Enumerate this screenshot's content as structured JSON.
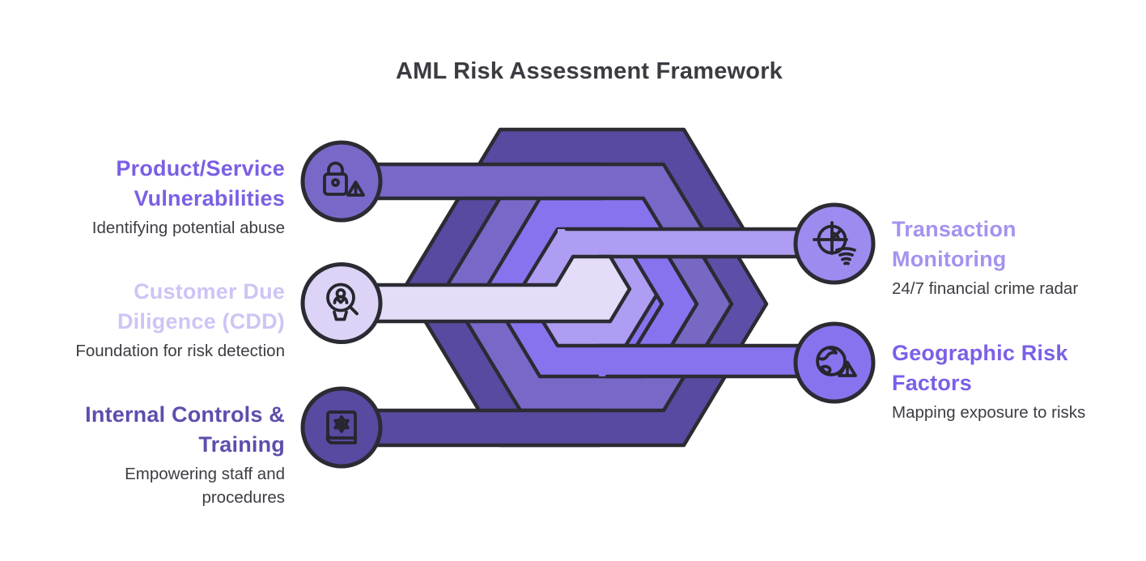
{
  "title": "AML Risk Assessment Framework",
  "colors": {
    "page_title": "#3B3B42",
    "subtitle_text": "#3C3C43",
    "outline": "#2B2B33",
    "icon_stroke": "#26262E",
    "ring_outer": "#574AA0",
    "ring_2": "#7A68C8",
    "ring_3": "#8873EE",
    "ring_4": "#AE9DF2",
    "ring_center": "#E4DCF9",
    "chevron_1": "#8873EE",
    "chevron_2": "#7868C4",
    "chevron_3": "#5D4FA8"
  },
  "nodes": [
    {
      "id": "product-service-vulnerabilities",
      "title": "Product/Service Vulnerabilities",
      "title_lines": [
        "Product/Service",
        "Vulnerabilities"
      ],
      "subtitle": "Identifying potential abuse",
      "subtitle_lines": [
        "Identifying potential abuse"
      ],
      "side": "left",
      "title_color": "#7C5FE3",
      "circle_color": "#7A68C8",
      "icon": "lock-alert-icon"
    },
    {
      "id": "customer-due-diligence",
      "title": "Customer Due Diligence (CDD)",
      "title_lines": [
        "Customer Due",
        "Diligence (CDD)"
      ],
      "subtitle": "Foundation for risk detection",
      "subtitle_lines": [
        "Foundation for risk detection"
      ],
      "side": "left",
      "title_color": "#CFC4F4",
      "circle_color": "#DCD3F6",
      "icon": "person-search-icon"
    },
    {
      "id": "internal-controls-training",
      "title": "Internal Controls & Training",
      "title_lines": [
        "Internal Controls &",
        "Training"
      ],
      "subtitle": "Empowering staff and procedures",
      "subtitle_lines": [
        "Empowering staff and",
        "procedures"
      ],
      "side": "left",
      "title_color": "#5F4DAD",
      "circle_color": "#574AA0",
      "icon": "book-gear-icon"
    },
    {
      "id": "transaction-monitoring",
      "title": "Transaction Monitoring",
      "title_lines": [
        "Transaction",
        "Monitoring"
      ],
      "subtitle": "24/7 financial crime radar",
      "subtitle_lines": [
        "24/7 financial crime radar"
      ],
      "side": "right",
      "title_color": "#A592F1",
      "circle_color": "#9E8BEF",
      "icon": "radar-funnel-icon"
    },
    {
      "id": "geographic-risk-factors",
      "title": "Geographic Risk Factors",
      "title_lines": [
        "Geographic Risk",
        "Factors"
      ],
      "subtitle": "Mapping exposure to risks",
      "subtitle_lines": [
        "Mapping exposure to risks"
      ],
      "side": "right",
      "title_color": "#7C5FE8",
      "circle_color": "#8873EE",
      "icon": "globe-alert-icon"
    }
  ]
}
